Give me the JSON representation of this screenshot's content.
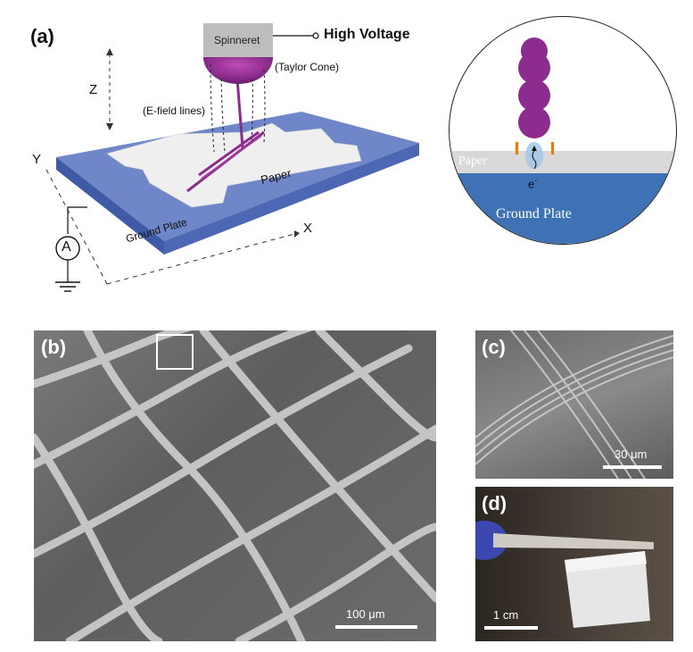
{
  "panel_a": {
    "label": "(a)",
    "spinneret": "Spinneret",
    "high_voltage": "High Voltage",
    "taylor_cone": "(Taylor Cone)",
    "efield": "(E-field lines)",
    "axis_z": "Z",
    "axis_y": "Y",
    "axis_x": "X",
    "paper": "Paper",
    "ground_plate": "Ground Plate",
    "ammeter": "A",
    "inset_paper": "Paper",
    "inset_ground": "Ground Plate",
    "inset_electron": "e",
    "inset_electron_sup": "-"
  },
  "panel_b": {
    "label": "(b)",
    "scale": "100 μm"
  },
  "panel_c": {
    "label": "(c)",
    "scale": "30 μm"
  },
  "panel_d": {
    "label": "(d)",
    "scale": "1 cm"
  }
}
